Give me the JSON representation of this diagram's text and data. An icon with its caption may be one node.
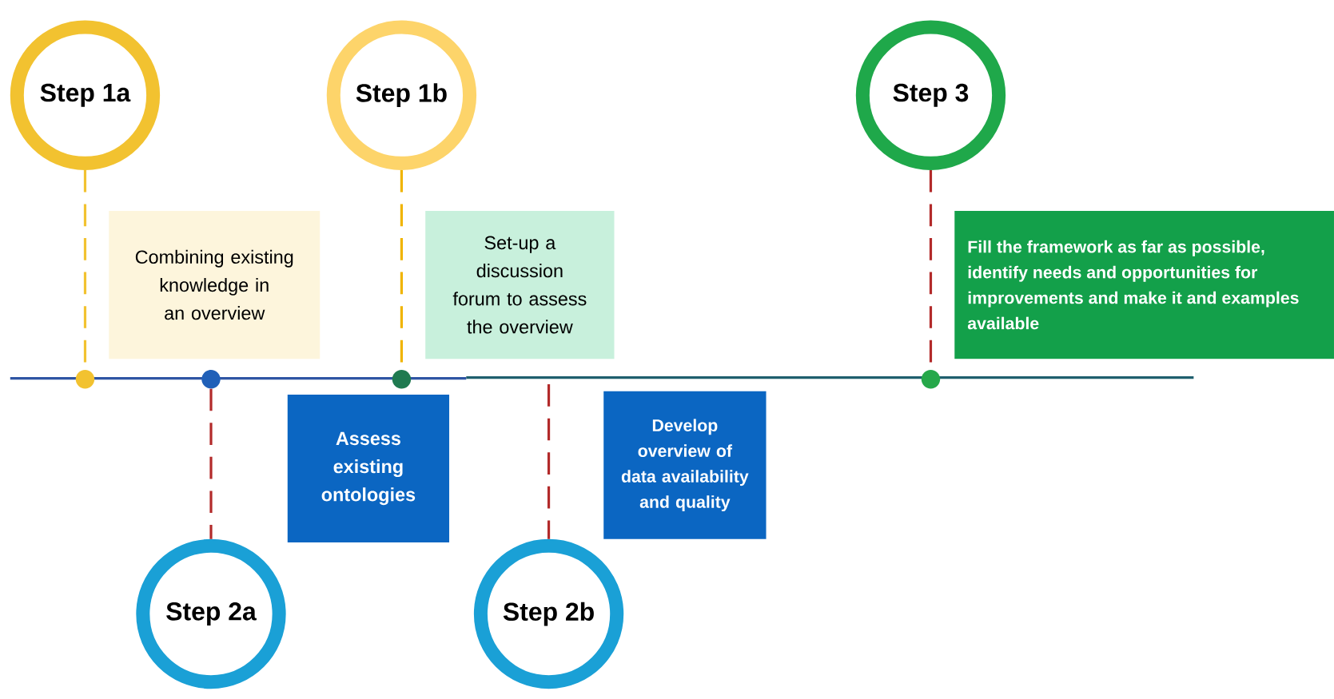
{
  "diagram": {
    "nodes": [
      {
        "text": [
          "Step 1a"
        ]
      },
      {
        "text": [
          "Step 1b"
        ]
      },
      {
        "text": [
          "Step 3"
        ]
      },
      {
        "text": [
          "Step 2a"
        ]
      },
      {
        "text": [
          "Step 2b"
        ]
      },
      {
        "text": [
          "Combining existing knowledge in an overview"
        ]
      },
      {
        "text": [
          "Set-up a discussion forum to assess the overview"
        ]
      },
      {
        "text": [
          "Fill the framework as far as possible, identify needs and opportunities for improvements and make it and examples available"
        ]
      },
      {
        "text": [
          "Assess existing ontologies"
        ]
      },
      {
        "text": [
          "Develop overview of data availability and quality"
        ]
      },
      {
        "text": [],
        "shape": "circle"
      },
      {
        "text": [],
        "shape": "circle"
      },
      {
        "text": [],
        "shape": "circle"
      },
      {
        "text": [],
        "shape": "circle"
      }
    ],
    "edges": [
      {
        "from": 0,
        "to": 10,
        "arrow": "none",
        "style": "dashed",
        "color": "#f2c230"
      },
      {
        "from": 1,
        "to": 12,
        "arrow": "none",
        "style": "dashed",
        "color": "#f0b400"
      },
      {
        "from": 2,
        "to": 13,
        "arrow": "none",
        "style": "dashed"
      },
      {
        "from": 11,
        "to": 3,
        "arrow": "none",
        "style": "dashed"
      },
      {
        "from": null,
        "to": 4,
        "arrow": "none",
        "style": "dashed"
      }
    ]
  }
}
